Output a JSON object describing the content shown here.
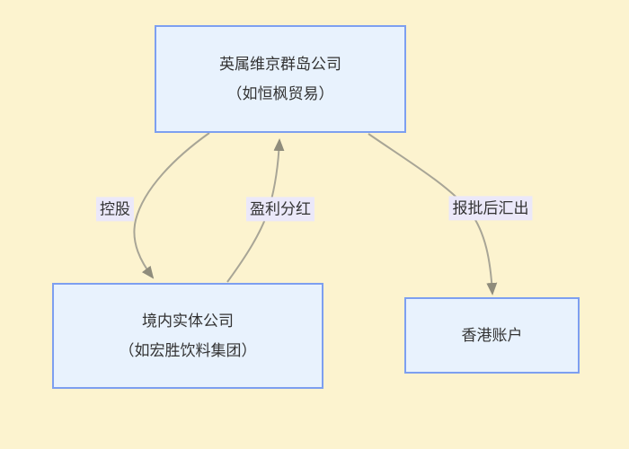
{
  "diagram": {
    "type": "flowchart",
    "background_color": "#fcf3cf",
    "node_fill_color": "#e8f2fd",
    "node_border_color": "#7d9ff0",
    "edge_line_color": "#a8a596",
    "arrowhead_color": "#8f8c7c",
    "edge_label_bg_color": "#ebe8f9",
    "text_color": "#333333",
    "nodes": {
      "bvi": {
        "line1": "英属维京群岛公司",
        "line2": "（如恒枫贸易）"
      },
      "domestic": {
        "line1": "境内实体公司",
        "line2": "（如宏胜饮料集团）"
      },
      "hk": {
        "line1": "香港账户"
      }
    },
    "edges": {
      "holding": {
        "label": "控股",
        "from": "bvi",
        "to": "domestic"
      },
      "dividend": {
        "label": "盈利分红",
        "from": "domestic",
        "to": "bvi"
      },
      "remit": {
        "label": "报批后汇出",
        "from": "bvi",
        "to": "hk"
      }
    }
  }
}
